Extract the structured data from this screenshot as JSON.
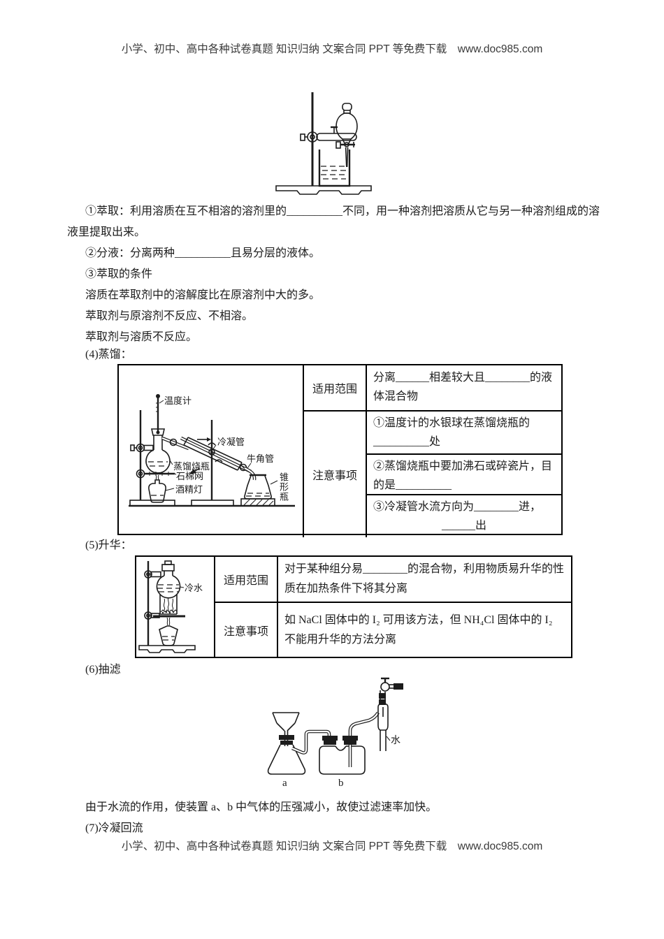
{
  "header": {
    "text": "小学、初中、高中各种试卷真题 知识归纳 文案合同 PPT 等免费下载　www.doc985.com"
  },
  "footer": {
    "text": "小学、初中、高中各种试卷真题 知识归纳 文案合同 PPT 等免费下载　www.doc985.com"
  },
  "colors": {
    "text": "#1c1c1c",
    "border": "#000000",
    "page_bg": "#ffffff"
  },
  "extraction_section": {
    "item1": "①萃取：利用溶质在互不相溶的溶剂里的__________不同，用一种溶剂把溶质从它与另一种溶剂组成的溶液里提取出来。",
    "item2": "②分液：分离两种__________且易分层的液体。",
    "item3": "③萃取的条件",
    "condition1": "溶质在萃取剂中的溶解度比在原溶剂中大的多。",
    "condition2": "萃取剂与原溶剂不反应、不相溶。",
    "condition3": "萃取剂与溶质不反应。"
  },
  "distillation_section": {
    "heading": "(4)蒸馏：",
    "diagram_labels": {
      "thermometer": "温度计",
      "condenser": "冷凝管",
      "adapter": "牛角管",
      "distilling_flask": "蒸馏烧瓶",
      "wire_gauze": "石棉网",
      "alcohol_lamp": "酒精灯",
      "conical_flask": "锥形瓶"
    },
    "table": {
      "scope_header": "适用范围",
      "scope_text": "分离______相差较大且________的液体混合物",
      "notes_header": "注意事项",
      "note1": "①温度计的水银球在蒸馏烧瓶的__________处",
      "note2": "②蒸馏烧瓶中要加沸石或碎瓷片，目的是__________",
      "note3_line1": "③冷凝管水流方向为________进，",
      "note3_line2": "______出"
    }
  },
  "sublimation_section": {
    "heading": "(5)升华：",
    "diagram_labels": {
      "cold_water": "冷水"
    },
    "table": {
      "scope_header": "适用范围",
      "scope_text": "对于某种组分易________的混合物，利用物质易升华的性质在加热条件下将其分离",
      "notes_header": "注意事项",
      "notes_text": "如 NaCl 固体中的 I₂ 可用该方法，但 NH₄Cl 固体中的 I₂ 不能用升华的方法分离"
    }
  },
  "filtration_section": {
    "heading": "(6)抽滤",
    "diagram_labels": {
      "flask_a": "a",
      "bottle_b": "b",
      "water": "水"
    },
    "explanation": "由于水流的作用，使装置 a、b 中气体的压强减小，故使过滤速率加快。"
  },
  "reflux_section": {
    "heading": "(7)冷凝回流"
  }
}
